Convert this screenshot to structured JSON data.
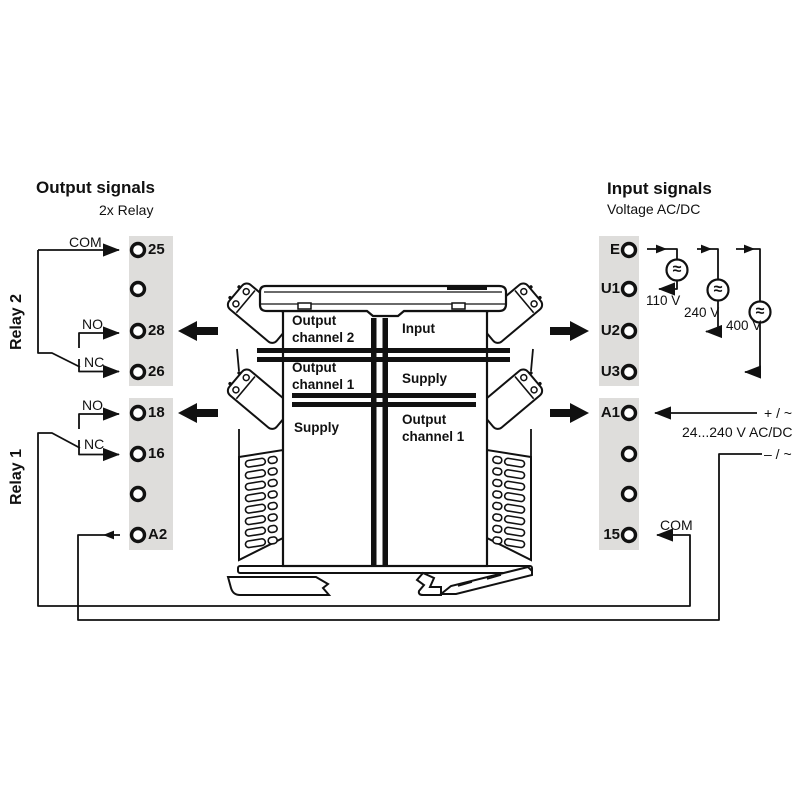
{
  "page": {
    "background": "#ffffff",
    "ink": "#111111",
    "strip_color": "#dedddb"
  },
  "output_side": {
    "title": "Output signals",
    "subtitle": "2x Relay",
    "relay2_label": "Relay 2",
    "relay1_label": "Relay 1",
    "terminals": [
      "25",
      "",
      "28",
      "26",
      "18",
      "16",
      "",
      "A2"
    ],
    "relay2_contacts": {
      "com": "COM",
      "no": "NO",
      "nc": "NC"
    },
    "relay1_contacts": {
      "no": "NO",
      "nc": "NC"
    }
  },
  "input_side": {
    "title": "Input signals",
    "subtitle": "Voltage AC/DC",
    "terminals": [
      "E",
      "U1",
      "U2",
      "U3",
      "A1",
      "",
      "",
      "15"
    ],
    "voltage_sources": [
      "110 V",
      "240 V",
      "400 V"
    ],
    "ac_source_symbol": "≈",
    "supply_plus": "+ / ~",
    "supply_range": "24...240 V AC/DC",
    "supply_minus": "– / ~",
    "supply_com": "COM"
  },
  "module": {
    "zones": {
      "top_left": "Output channel 2",
      "top_right": "Input",
      "middle_left": "Output channel 1",
      "middle_right": "Supply",
      "bottom_left": "Supply",
      "bottom_right": "Output channel 1"
    }
  }
}
